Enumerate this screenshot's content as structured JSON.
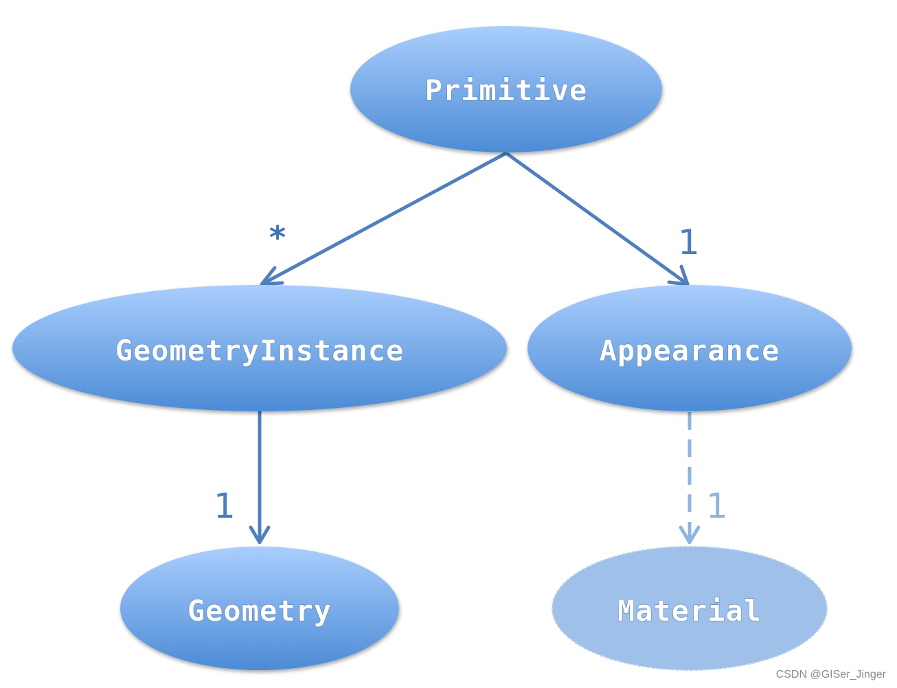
{
  "nodes": {
    "primitive": "Primitive",
    "geometry_instance": "GeometryInstance",
    "appearance": "Appearance",
    "geometry": "Geometry",
    "material": "Material"
  },
  "edges": {
    "primitive_to_geometry_instance": {
      "multiplicity": "*",
      "style": "solid"
    },
    "primitive_to_appearance": {
      "multiplicity": "1",
      "style": "solid"
    },
    "geometry_instance_to_geometry": {
      "multiplicity": "1",
      "style": "solid"
    },
    "appearance_to_material": {
      "multiplicity": "1",
      "style": "dashed"
    }
  },
  "colors": {
    "node_top": "#a6cbfa",
    "node_bottom": "#4f8ed8",
    "material_fill": "#9fc0e8",
    "arrow": "#4f7fbf",
    "arrow_dashed": "#8fb4e0"
  },
  "watermark": "CSDN @GISer_Jinger"
}
